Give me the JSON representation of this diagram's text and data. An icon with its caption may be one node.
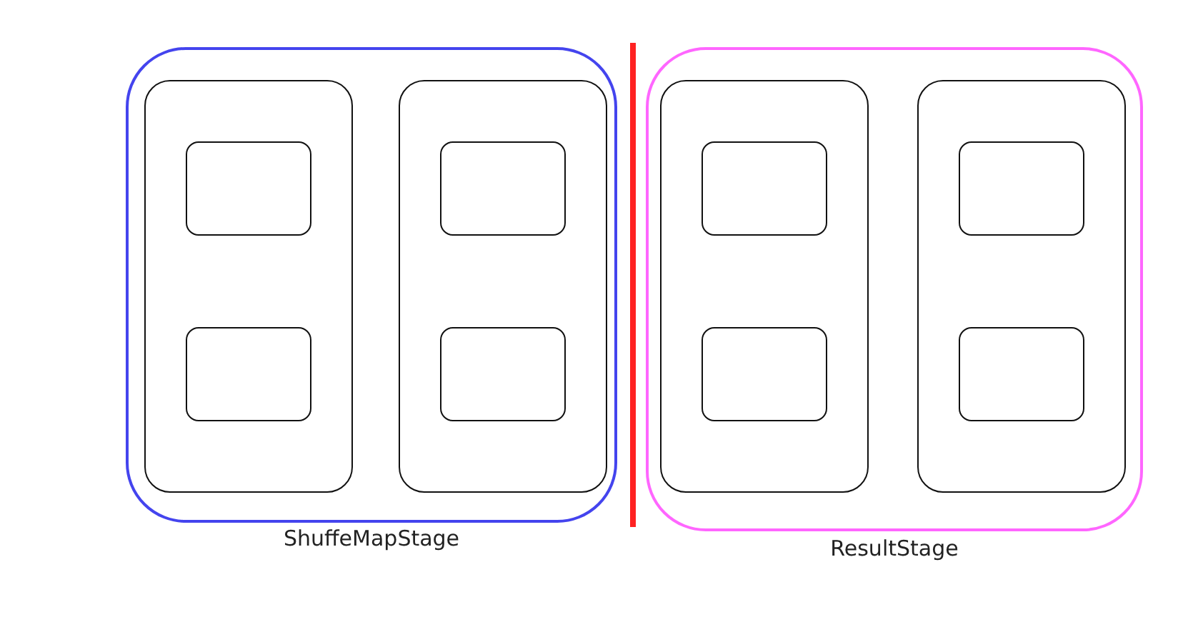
{
  "diagram": {
    "nodes": [
      {
        "text": [
          "ShuffeMapStage"
        ]
      },
      {
        "text": [],
        "shape": "box",
        "in": 0
      },
      {
        "text": [],
        "shape": "box",
        "in": 1
      },
      {
        "text": [],
        "shape": "box",
        "in": 1
      },
      {
        "text": [],
        "shape": "box",
        "in": 0
      },
      {
        "text": [],
        "shape": "box",
        "in": 4
      },
      {
        "text": [],
        "shape": "box",
        "in": 4
      },
      {
        "text": [
          "ResultStage"
        ]
      },
      {
        "text": [],
        "shape": "box",
        "in": 7
      },
      {
        "text": [],
        "shape": "box",
        "in": 8
      },
      {
        "text": [],
        "shape": "box",
        "in": 8
      },
      {
        "text": [],
        "shape": "box",
        "in": 7
      },
      {
        "text": [],
        "shape": "box",
        "in": 11
      },
      {
        "text": [],
        "shape": "box",
        "in": 11
      }
    ]
  }
}
